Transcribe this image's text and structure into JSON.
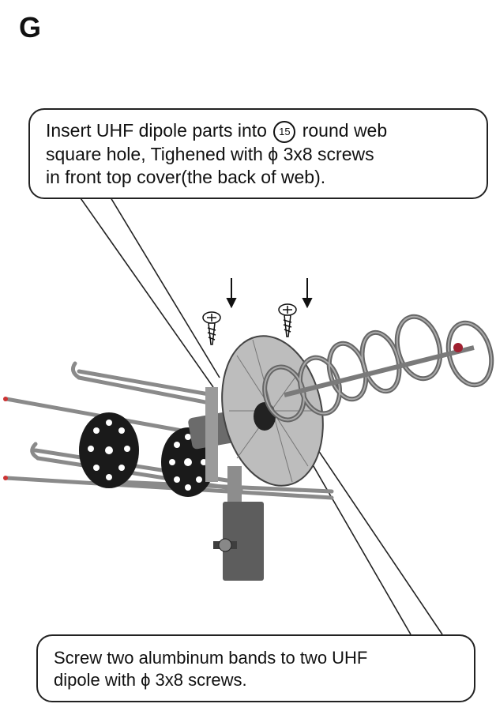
{
  "step_letter": "G",
  "callout_top": {
    "line1_before": "Insert UHF dipole parts into ",
    "part_number": "15",
    "line1_after": " round web",
    "line2": "square hole,  Tighened with  ϕ 3x8  screws",
    "line3": "in front top cover(the back of web)."
  },
  "callout_bottom": {
    "line1": "Screw two alumbinum bands to two UHF",
    "line2": "dipole with  ϕ 3x8  screws."
  },
  "icons": [
    "screw-icon",
    "arrow-down-icon",
    "antenna-illustration"
  ]
}
